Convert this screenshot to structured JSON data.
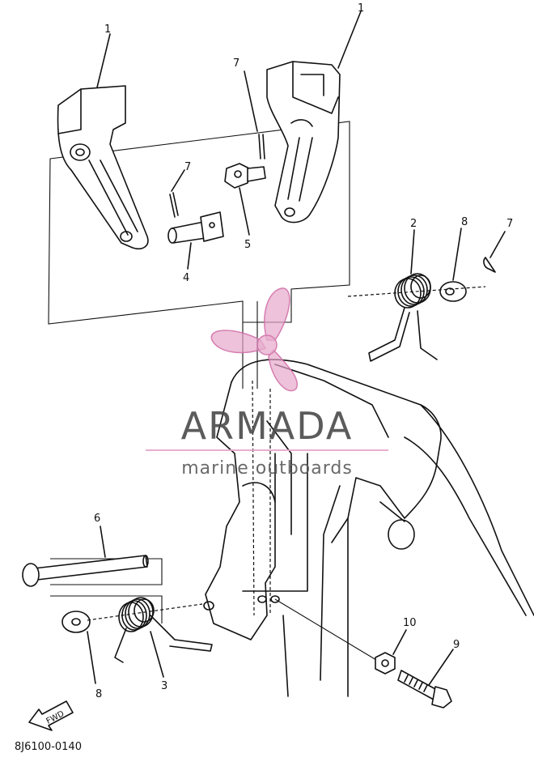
{
  "diagram": {
    "drawing_code": "8J6100-0140",
    "direction_tag": "FWD",
    "callouts": [
      "1",
      "1",
      "7",
      "7",
      "4",
      "5",
      "2",
      "8",
      "7",
      "6",
      "8",
      "3",
      "10",
      "9"
    ]
  },
  "watermark": {
    "brand": "ARMADA",
    "tagline": "marine outboards",
    "colors": {
      "propeller": "#e6a6c9",
      "propeller_stroke": "#d270a8",
      "text": "#4a4a4a",
      "rule": "#e6a6c9"
    }
  }
}
